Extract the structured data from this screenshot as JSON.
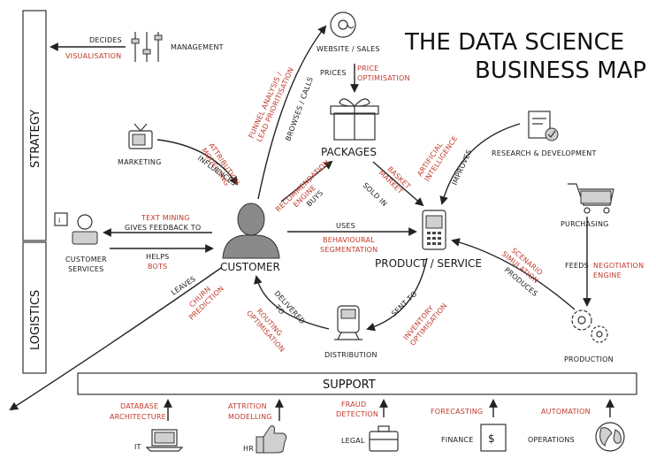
{
  "title": {
    "line1": "THE DATA SCIENCE",
    "line2": "BUSINESS MAP"
  },
  "bands": {
    "strategy": "STRATEGY",
    "logistics": "LOGISTICS",
    "support": "SUPPORT"
  },
  "nodes": {
    "management": "MANAGEMENT",
    "website": "WEBSITE / SALES",
    "packages": "PACKAGES",
    "marketing": "MARKETING",
    "rnd": "RESEARCH & DEVELOPMENT",
    "purchasing": "PURCHASING",
    "customer_services": [
      "CUSTOMER",
      "SERVICES"
    ],
    "customer": "CUSTOMER",
    "product": "PRODUCT / SERVICE",
    "distribution": "DISTRIBUTION",
    "production": "PRODUCTION"
  },
  "edge_labels": {
    "decides": "DECIDES",
    "prices": "PRICES",
    "browses_calls": "BROWSES / CALLS",
    "influences": "INFLUENCES",
    "buys": "BUYS",
    "sold_in": "SOLD IN",
    "improves": "IMPROVES",
    "gives_feedback_to": "GIVES FEEDBACK TO",
    "helps": "HELPS",
    "uses": "USES",
    "feeds": "FEEDS",
    "leaves": "LEAVES",
    "delivered_to": [
      "DELIVERED",
      "TO"
    ],
    "sent_to": "SENT TO",
    "produces": "PRODUCES"
  },
  "ds_techniques": {
    "visualisation": "VISUALISATION",
    "price_optimisation": [
      "PRICE",
      "OPTIMISATION"
    ],
    "funnel_analysis": [
      "FUNNEL ANALYSIS /",
      "LEAD PRIORITISATION"
    ],
    "attribution_modelling": [
      "ATTRIBUTION",
      "MODELLING"
    ],
    "recommendation_engine": [
      "RECOMMENDATION",
      "ENGINE"
    ],
    "market_basket": [
      "MARKET",
      "BASKET"
    ],
    "artificial_intelligence": [
      "ARTIFICIAL",
      "INTELLIGENCE"
    ],
    "text_mining": "TEXT MINING",
    "bots": "BOTS",
    "behavioural_segmentation": [
      "BEHAVIOURAL",
      "SEGMENTATION"
    ],
    "negotiation_engine": [
      "NEGOTIATION",
      "ENGINE"
    ],
    "scenario_simulation": [
      "SCENARIO",
      "SIMULATION"
    ],
    "churn_prediction": [
      "CHURN",
      "PREDICTION"
    ],
    "routing_optimisation": [
      "ROUTING",
      "OPTIMISATION"
    ],
    "inventory_optimisation": [
      "INVENTORY",
      "OPTIMISATION"
    ]
  },
  "support_items": [
    {
      "name": "IT",
      "technique": [
        "DATABASE",
        "ARCHITECTURE"
      ]
    },
    {
      "name": "HR",
      "technique": [
        "ATTRITION",
        "MODELLING"
      ]
    },
    {
      "name": "LEGAL",
      "technique": [
        "FRAUD",
        "DETECTION"
      ]
    },
    {
      "name": "FINANCE",
      "technique": [
        "FORECASTING"
      ]
    },
    {
      "name": "OPERATIONS",
      "technique": [
        "AUTOMATION"
      ]
    }
  ],
  "colors": {
    "ink": "#1a1a1a",
    "technique": "#c0392b",
    "icon_fill": "#d0d0d0"
  },
  "icons": {
    "management": "sliders-icon",
    "website": "at-sign-icon",
    "packages": "gift-box-icon",
    "marketing": "television-icon",
    "rnd": "notepad-checkmark-icon",
    "purchasing": "shopping-cart-icon",
    "customer_services": "info-person-icon",
    "customer": "person-silhouette-icon",
    "product": "mobile-phone-icon",
    "distribution": "train-icon",
    "production": "gears-icon",
    "it": "laptop-icon",
    "hr": "thumbs-up-icon",
    "legal": "briefcase-icon",
    "finance": "dollar-sign-icon",
    "operations": "globe-icon"
  }
}
